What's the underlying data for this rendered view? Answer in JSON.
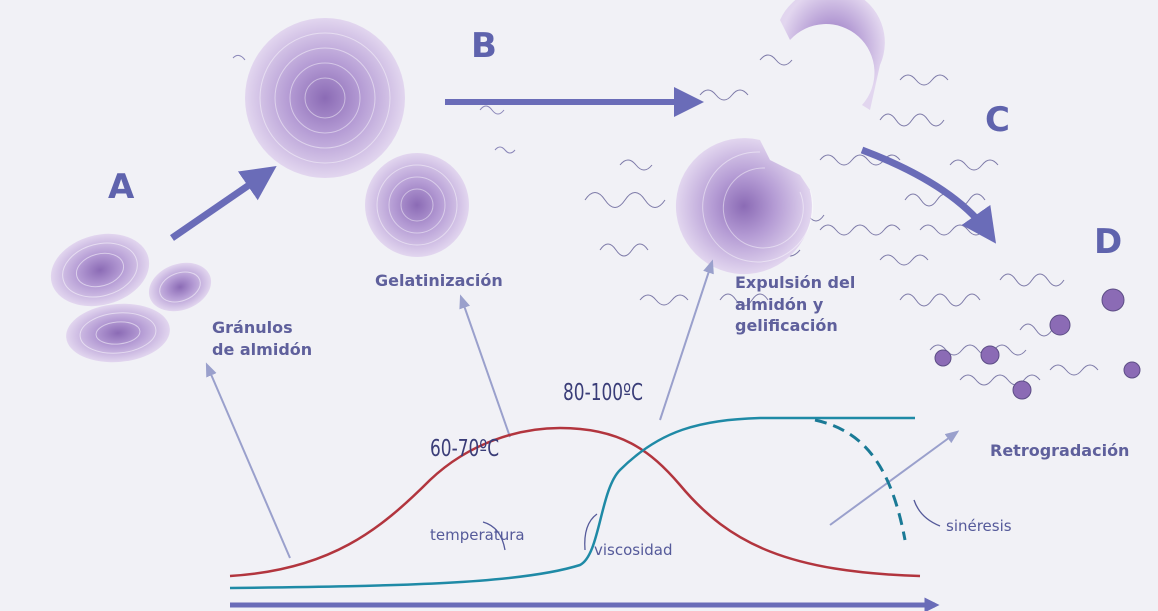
{
  "stages": [
    {
      "letter": "A",
      "caption": "Gránulos\nde almidón"
    },
    {
      "letter": "B",
      "caption": "Gelatinización"
    },
    {
      "letter": "C",
      "caption": "Expulsión del\nalmidón y\ngelificación"
    },
    {
      "letter": "D",
      "caption": "Retrogradación"
    }
  ],
  "temperature_labels": {
    "low": "60-70ºC",
    "high": "80-100ºC"
  },
  "curve_labels": {
    "temperature": "temperatura",
    "viscosity": "viscosidad",
    "syneresis": "sinéresis"
  },
  "colors": {
    "granule": "#a98ccc",
    "arrow": "#6a6cb8",
    "temperature_curve": "#b2353e",
    "viscosity_curve": "#1f8aa6",
    "pointer": "#9aa0cc"
  }
}
